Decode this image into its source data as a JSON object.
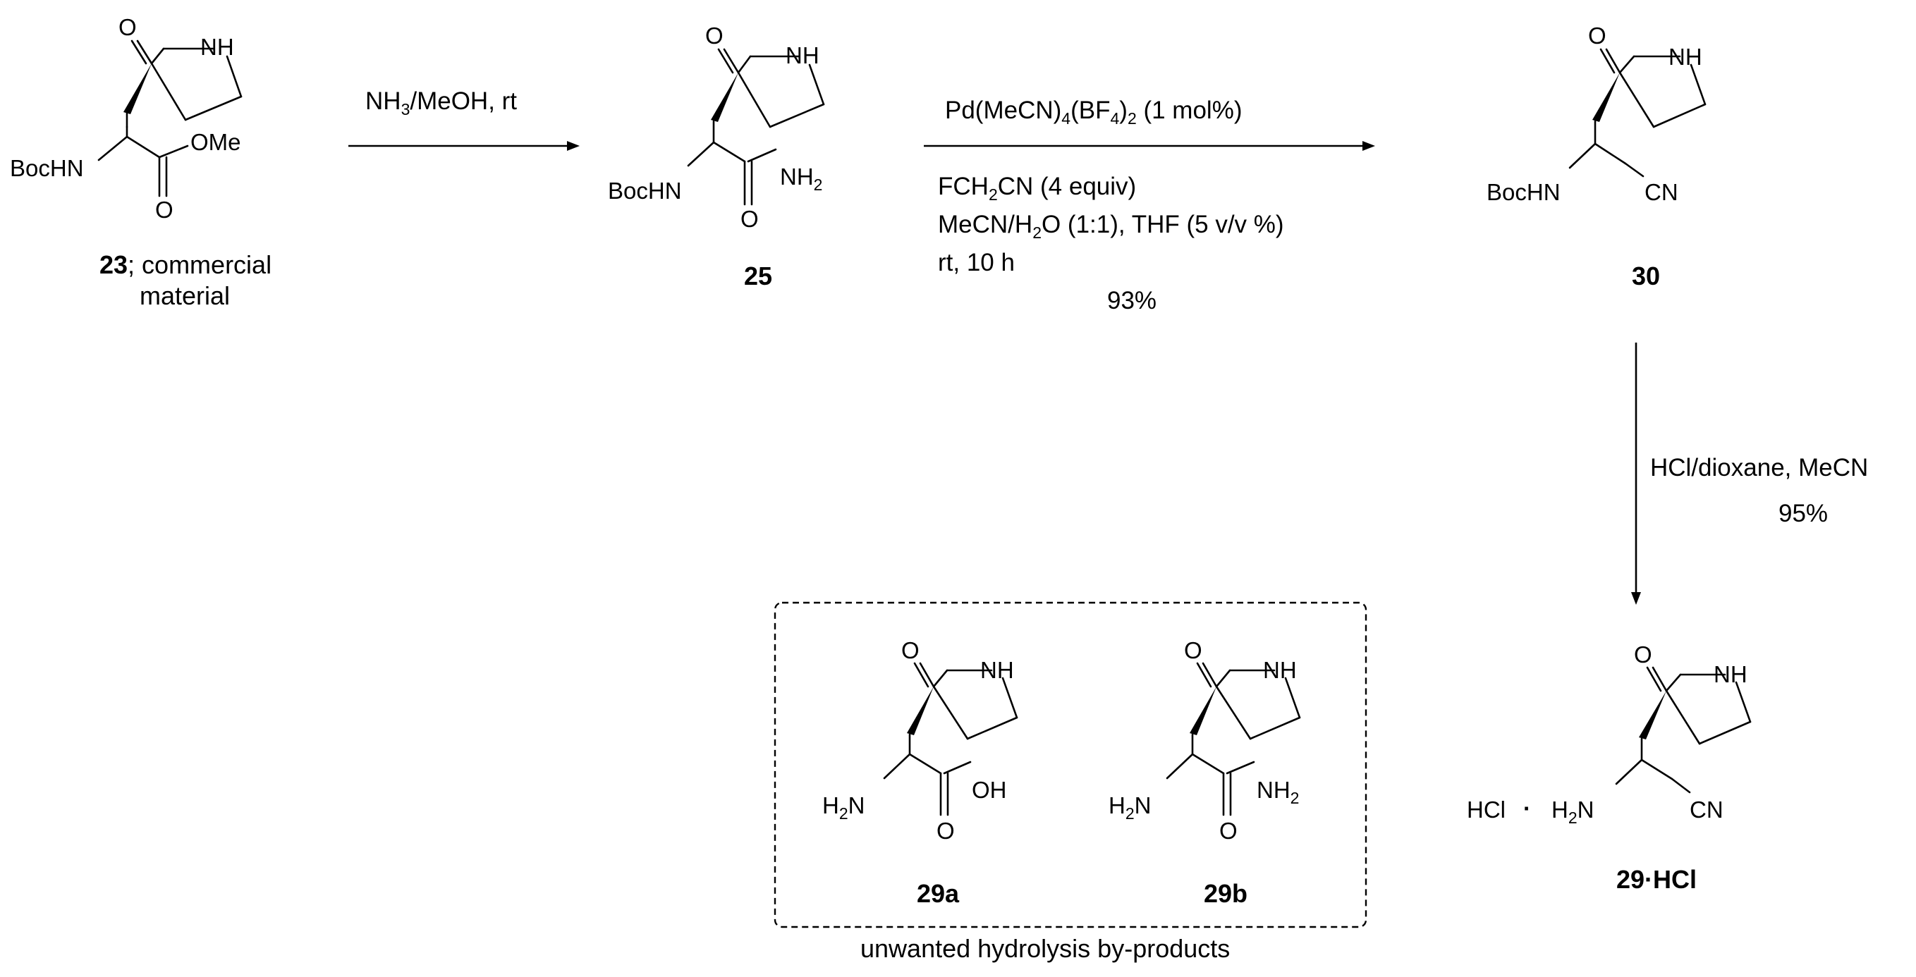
{
  "compounds": {
    "c23": {
      "number": "23",
      "note_line1": "; commercial",
      "note_line2": "material"
    },
    "c25": {
      "number": "25"
    },
    "c30": {
      "number": "30"
    },
    "c29hcl": {
      "number": "29·HCl",
      "salt": "HCl"
    },
    "c29a": {
      "number": "29a"
    },
    "c29b": {
      "number": "29b"
    }
  },
  "atoms": {
    "nh": "NH",
    "o": "O",
    "bochn": "BocHN",
    "ome": "OMe",
    "nh2_n": "NH",
    "nh2_sub": "2",
    "cn": "CN",
    "oh": "OH",
    "h2n_h": "H",
    "h2n_sub": "2",
    "h2n_n": "N",
    "dot": "·"
  },
  "steps": {
    "step1": {
      "reagent": "NH3/MeOH, rt",
      "r_a": "NH",
      "r_sub": "3",
      "r_b": "/MeOH, rt"
    },
    "step2": {
      "catalyst_a": "Pd(MeCN)",
      "catalyst_sub1": "4",
      "catalyst_b": "(BF",
      "catalyst_sub2": "4",
      "catalyst_c": ")",
      "catalyst_sub3": "2",
      "catalyst_d": " (1 mol%)",
      "line1_a": "FCH",
      "line1_sub": "2",
      "line1_b": "CN (4 equiv)",
      "line2_a": "MeCN/H",
      "line2_sub": "2",
      "line2_b": "O (1:1), THF (5 v/v %)",
      "line3": "rt, 10 h",
      "yield": "93%"
    },
    "step3": {
      "reagent": "HCl/dioxane, MeCN",
      "yield": "95%"
    }
  },
  "byproducts": {
    "caption": "unwanted hydrolysis by-products"
  },
  "colors": {
    "ink": "#000000",
    "background": "#ffffff"
  }
}
